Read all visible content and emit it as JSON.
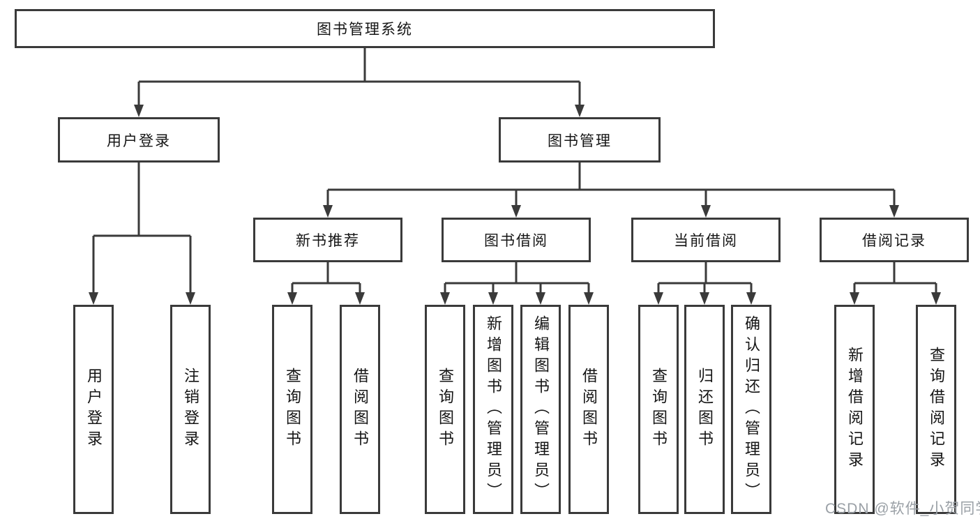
{
  "tree": {
    "root": "图书管理系统",
    "branches": [
      {
        "label": "用户登录",
        "leaves": [
          "用户登录",
          "注销登录"
        ]
      },
      {
        "label": "图书管理",
        "groups": [
          {
            "label": "新书推荐",
            "leaves": [
              "查询图书",
              "借阅图书"
            ]
          },
          {
            "label": "图书借阅",
            "leaves": [
              "查询图书",
              "新增图书（管理员）",
              "编辑图书（管理员）",
              "借阅图书"
            ]
          },
          {
            "label": "当前借阅",
            "leaves": [
              "查询图书",
              "归还图书",
              "确认归还（管理员）"
            ]
          },
          {
            "label": "借阅记录",
            "leaves": [
              "新增借阅记录",
              "查询借阅记录"
            ]
          }
        ]
      }
    ]
  },
  "watermark": "CSDN @软件_小贺同学",
  "colors": {
    "line": "#3a3a3a",
    "text": "#151515",
    "watermark": "#9aa0a6"
  }
}
